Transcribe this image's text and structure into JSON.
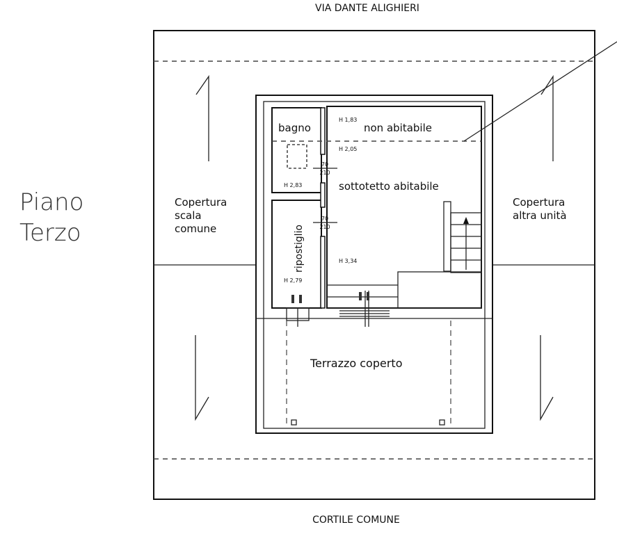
{
  "plan": {
    "street_label": "VIA DANTE ALIGHIERI",
    "courtyard_label": "CORTILE COMUNE",
    "floor_label_line1": "Piano",
    "floor_label_line2": "Terzo",
    "left_roof": {
      "line1": "Copertura",
      "line2": "scala",
      "line3": "comune"
    },
    "right_roof": {
      "line1": "Copertura",
      "line2": "altra unità"
    },
    "rooms": {
      "bagno": "bagno",
      "non_abitabile": "non abitabile",
      "sottotetto": "sottotetto abitabile",
      "ripostiglio": "ripostiglio",
      "terrazzo": "Terrazzo coperto"
    },
    "heights": {
      "h_non_abitabile": "H 1,83",
      "h_limit": "H 2,05",
      "h_bagno": "H 2,83",
      "h_main": "H 3,34",
      "h_ripostiglio": "H 2,79"
    },
    "door1": {
      "width": "70",
      "height": "210"
    },
    "door2": {
      "width": "70",
      "height": "210"
    }
  }
}
